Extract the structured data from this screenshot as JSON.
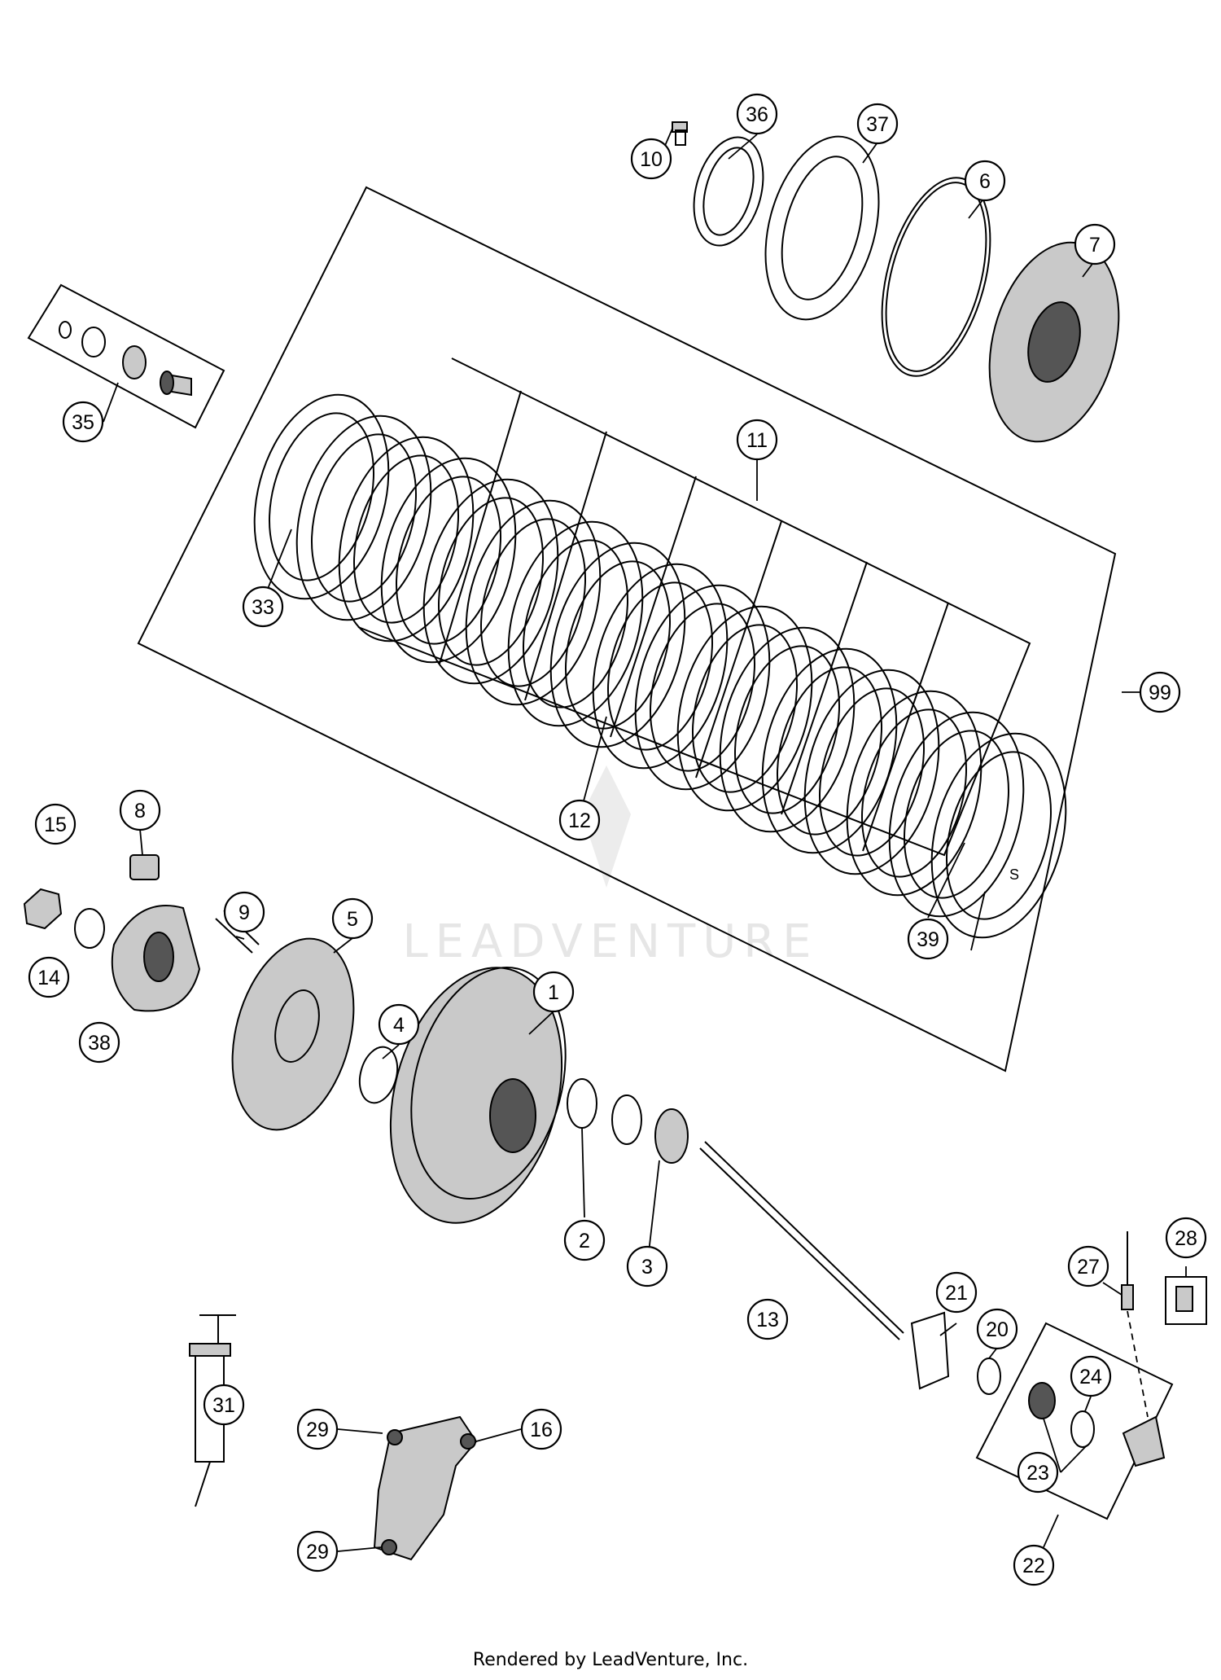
{
  "watermark": "LEADVENTURE",
  "footer": "Rendered by LeadVenture, Inc.",
  "callouts": {
    "c1": "1",
    "c2": "2",
    "c3": "3",
    "c4": "4",
    "c5": "5",
    "c6": "6",
    "c7": "7",
    "c8": "8",
    "c9": "9",
    "c10": "10",
    "c11": "11",
    "c12": "12",
    "c13": "13",
    "c14": "14",
    "c15": "15",
    "c16": "16",
    "c20": "20",
    "c21": "21",
    "c22": "22",
    "c23": "23",
    "c24": "24",
    "c27": "27",
    "c28": "28",
    "c29a": "29",
    "c29b": "29",
    "c31": "31",
    "c33": "33",
    "c35": "35",
    "c36": "36",
    "c37": "37",
    "c38": "38",
    "c39": "39",
    "c99": "99"
  },
  "plate_marking": "S"
}
